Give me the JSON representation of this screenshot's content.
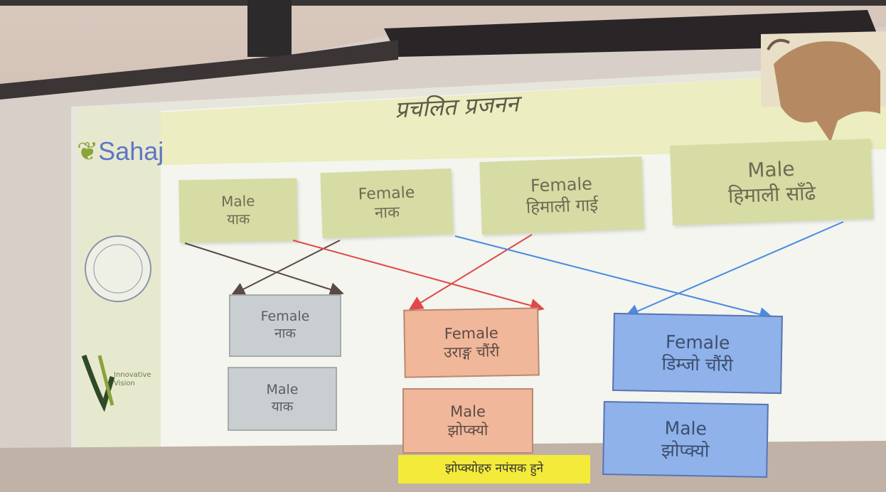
{
  "slide": {
    "title": "प्रचलित प्रजनन",
    "logos": {
      "sahaj": "Sahaj",
      "innovative_vision": "Innovative Vision"
    },
    "top_row": [
      {
        "gender": "Male",
        "name": "याक"
      },
      {
        "gender": "Female",
        "name": "नाक"
      },
      {
        "gender": "Female",
        "name": "हिमाली गाई"
      },
      {
        "gender": "Male",
        "name": "हिमाली साँढे"
      }
    ],
    "offspring": {
      "left": [
        {
          "gender": "Female",
          "name": "नाक"
        },
        {
          "gender": "Male",
          "name": "याक"
        }
      ],
      "middle": [
        {
          "gender": "Female",
          "name": "उराङ्ग चौंरी"
        },
        {
          "gender": "Male",
          "name": "झोप्क्यो"
        }
      ],
      "right": [
        {
          "gender": "Female",
          "name": "डिम्जो चौंरी"
        },
        {
          "gender": "Male",
          "name": "झोप्क्यो"
        }
      ]
    },
    "note": "झोप्क्योहरु नपंसक हुने"
  },
  "colors": {
    "cross_left": "#5a4a45",
    "cross_middle": "#e0484a",
    "cross_right": "#4a8be0"
  }
}
